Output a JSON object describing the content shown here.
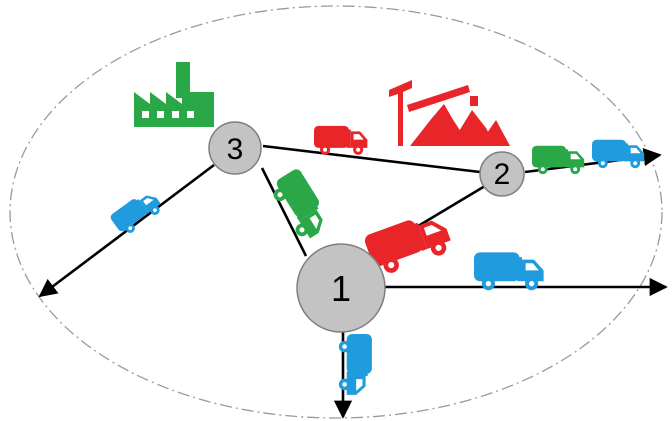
{
  "nodes": [
    {
      "label": "1"
    },
    {
      "label": "2"
    },
    {
      "label": "3"
    }
  ],
  "icons": {
    "factory": "factory-icon",
    "plant": "processing-plant-icon",
    "truck": "garbage-truck-icon"
  },
  "colors": {
    "red": "#e8262a",
    "green": "#2aa847",
    "blue": "#1f9bde",
    "node_fill": "#c3c3c3",
    "node_stroke": "#7f7f7f",
    "edge": "#000000",
    "boundary": "#9a9a9a"
  }
}
